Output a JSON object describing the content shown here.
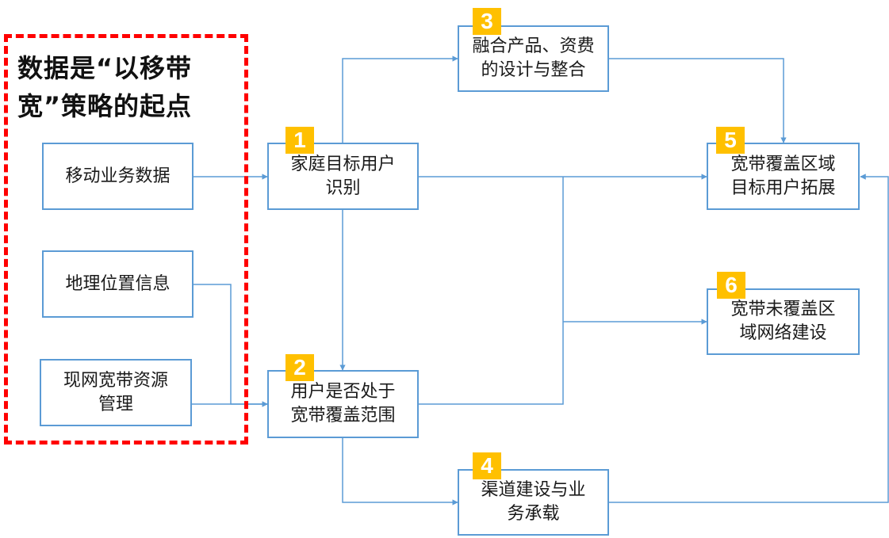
{
  "colors": {
    "node_border": "#5b9bd5",
    "connector": "#5b9bd5",
    "badge_fill": "#ffc000",
    "badge_text": "#ffffff",
    "group_border": "#ff0000"
  },
  "group": {
    "title": "数据是“以移带宽”策略的起点",
    "inputs": [
      {
        "id": "mobile-data",
        "label": "移动业务数据"
      },
      {
        "id": "geo-info",
        "label": "地理位置信息"
      },
      {
        "id": "broadband-resource",
        "label": "现网宽带资源管理"
      }
    ]
  },
  "steps": [
    {
      "number": "1",
      "label_lines": [
        "家庭目标用户",
        "识别"
      ]
    },
    {
      "number": "2",
      "label_lines": [
        "用户是否处于",
        "宽带覆盖范围"
      ]
    },
    {
      "number": "3",
      "label_lines": [
        "融合产品、资费",
        "的设计与整合"
      ]
    },
    {
      "number": "4",
      "label_lines": [
        "渠道建设与业",
        "务承载"
      ]
    },
    {
      "number": "5",
      "label_lines": [
        "宽带覆盖区域",
        "目标用户拓展"
      ]
    },
    {
      "number": "6",
      "label_lines": [
        "宽带未覆盖区",
        "域网络建设"
      ]
    }
  ],
  "edges": [
    {
      "from": "移动业务数据",
      "to": "1"
    },
    {
      "from": "地理位置信息",
      "to": "2"
    },
    {
      "from": "现网宽带资源管理",
      "to": "2"
    },
    {
      "from": "1",
      "to": "3"
    },
    {
      "from": "1",
      "to": "2"
    },
    {
      "from": "1",
      "to": "5"
    },
    {
      "from": "2",
      "to": "5"
    },
    {
      "from": "2",
      "to": "6"
    },
    {
      "from": "2",
      "to": "4"
    },
    {
      "from": "3",
      "to": "5"
    },
    {
      "from": "4",
      "to": "5"
    }
  ]
}
